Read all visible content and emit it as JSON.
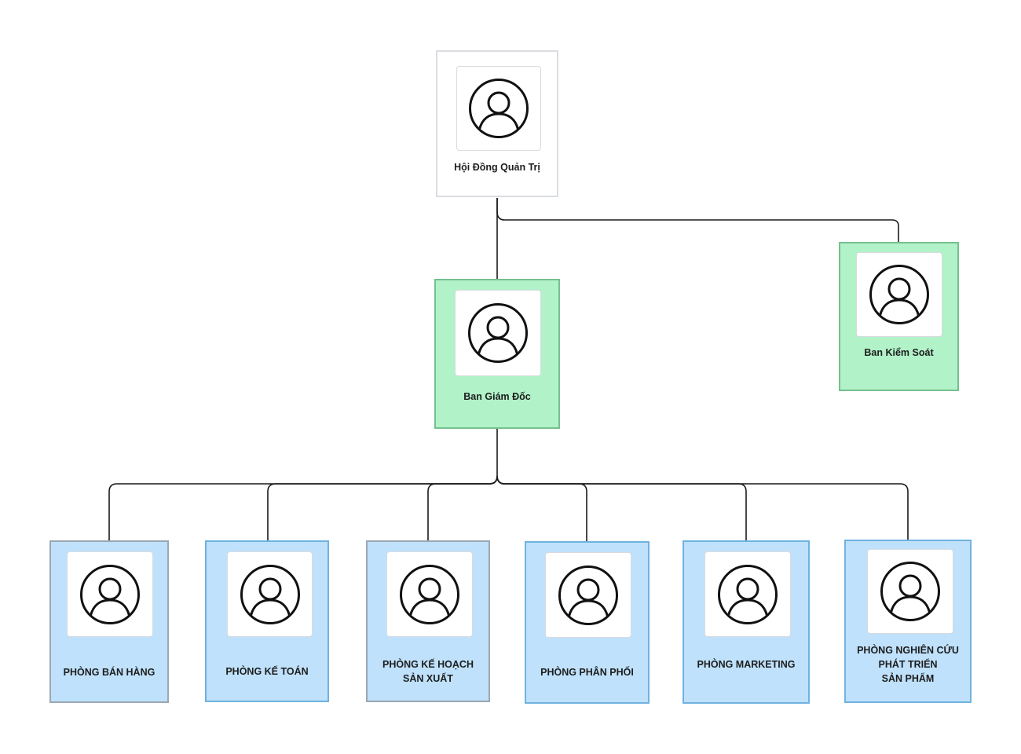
{
  "org_chart": {
    "board": {
      "label": [
        "Hội Đồng Quản Trị"
      ]
    },
    "supervisory": {
      "label": [
        "Ban Kiểm Soát"
      ]
    },
    "directors": {
      "label": [
        "Ban Giám Đốc"
      ]
    },
    "departments": [
      {
        "label": [
          "PHÒNG BÁN HÀNG"
        ]
      },
      {
        "label": [
          "PHÒNG KẾ TOÁN"
        ]
      },
      {
        "label": [
          "PHÒNG KẾ HOẠCH",
          "SẢN XUẤT"
        ]
      },
      {
        "label": [
          "PHÒNG PHÂN PHỐI"
        ]
      },
      {
        "label": [
          "PHÒNG MARKETING"
        ]
      },
      {
        "label": [
          "PHÒNG NGHIÊN CỨU",
          "PHÁT TRIỂN",
          "SẢN PHẨM"
        ]
      }
    ]
  },
  "icons": {
    "avatar": "user-avatar-icon"
  },
  "colors": {
    "board_fill": "#ffffff",
    "exec_fill": "#b1f2c8",
    "dept_fill": "#bfe1fb",
    "connector": "#1a1a1a"
  }
}
